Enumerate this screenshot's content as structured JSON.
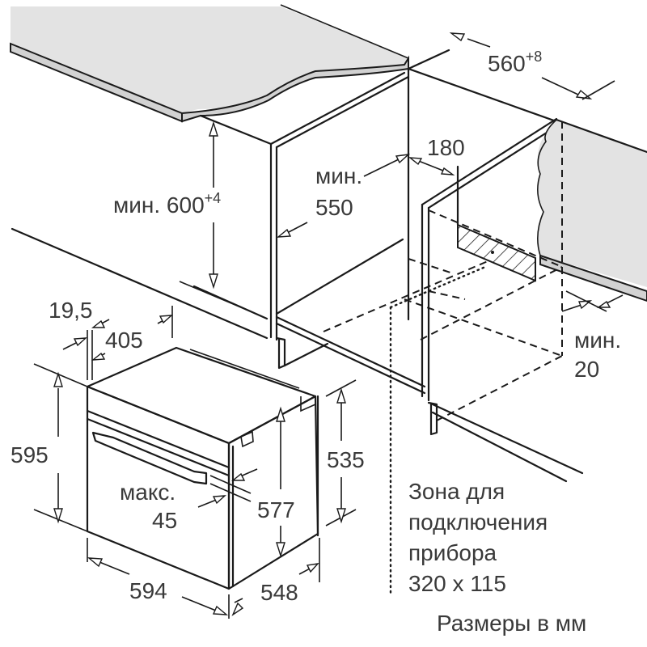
{
  "diagram": {
    "subject": "Built-in oven installation dimensions",
    "units_note": "Размеры в мм",
    "colors": {
      "line": "#1a1a1a",
      "text": "#3a3a3a",
      "countertop": "#e3e3e3",
      "countertop_edge": "#d2d2d2",
      "background": "#ffffff"
    },
    "niche": {
      "depth_label": "560",
      "depth_tolerance": "+8",
      "height_prefix": "мин.",
      "height_value": "600",
      "height_tolerance": "+4",
      "width_prefix": "мин.",
      "width_value": "550",
      "socket_offset": "180",
      "rear_gap_prefix": "мин.",
      "rear_gap_value": "20"
    },
    "connection_zone": {
      "line1": "Зона для",
      "line2": "подключения",
      "line3": "прибора",
      "size": "320 x 115"
    },
    "oven": {
      "front_thickness": "19,5",
      "top_depth": "405",
      "front_height": "595",
      "front_width": "594",
      "body_depth": "548",
      "body_height": "577",
      "rear_height": "535",
      "door_gap_prefix": "макс.",
      "door_gap_value": "45"
    }
  }
}
